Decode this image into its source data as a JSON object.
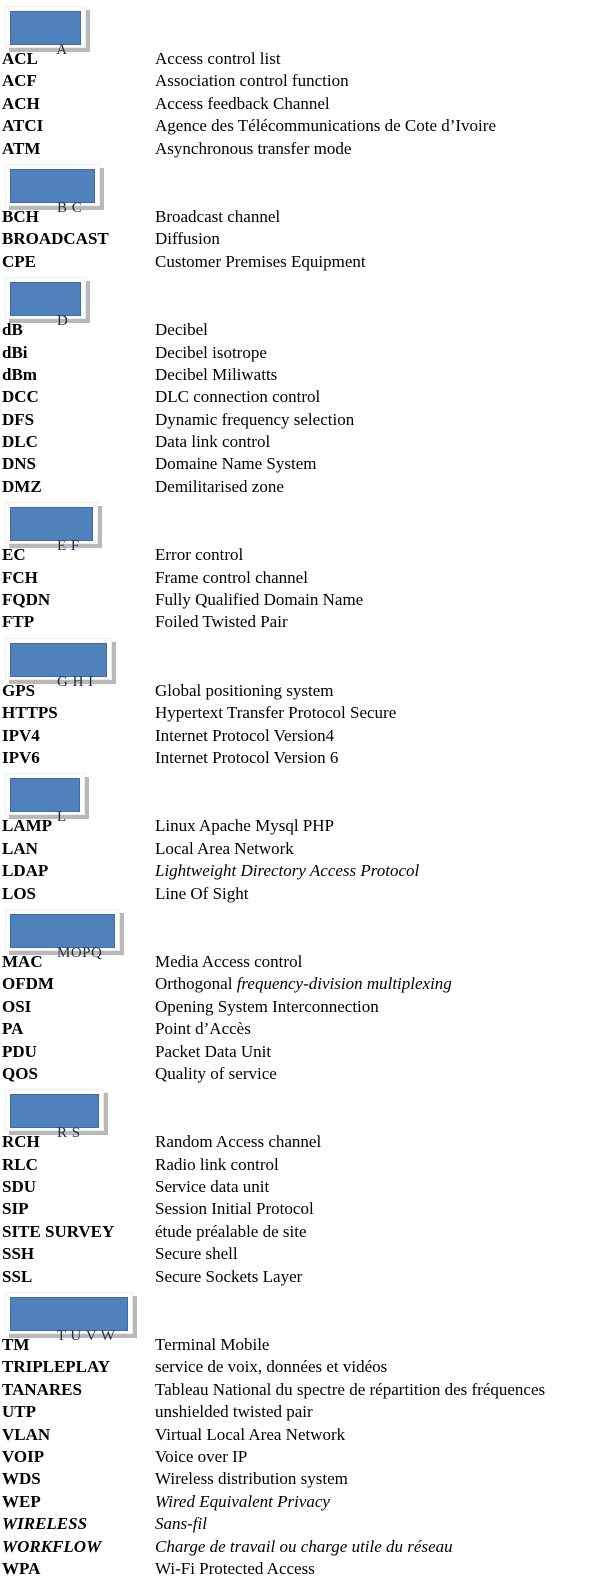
{
  "colors": {
    "box_fill": "#4f81bd",
    "box_border": "#3c6da8",
    "box_shadow": "#b9b9b9",
    "box_text": "#1c2e4a",
    "body_text": "#000000"
  },
  "sections": [
    {
      "label": "A",
      "rows": [
        {
          "term": "ACL",
          "def": [
            {
              "t": "Access control list",
              "i": false
            }
          ]
        },
        {
          "term": "ACF",
          "def": [
            {
              "t": "Association control function",
              "i": false
            }
          ]
        },
        {
          "term": "ACH",
          "def": [
            {
              "t": "Access feedback Channel",
              "i": false
            }
          ]
        },
        {
          "term": "ATCI",
          "def": [
            {
              "t": "Agence des Télécommunications de Cote d’Ivoire",
              "i": false
            }
          ]
        },
        {
          "term": "ATM",
          "def": [
            {
              "t": "Asynchronous transfer mode",
              "i": false
            }
          ]
        }
      ]
    },
    {
      "label": "B C",
      "rows": [
        {
          "term": "BCH",
          "def": [
            {
              "t": "Broadcast channel",
              "i": false
            }
          ]
        },
        {
          "term": "BROADCAST",
          "def": [
            {
              "t": "Diffusion",
              "i": false
            }
          ]
        },
        {
          "term": "CPE",
          "def": [
            {
              "t": "Customer Premises Equipment",
              "i": false
            }
          ]
        }
      ]
    },
    {
      "label": "D",
      "rows": [
        {
          "term": "dB",
          "def": [
            {
              "t": "Decibel",
              "i": false
            }
          ]
        },
        {
          "term": "dBi",
          "def": [
            {
              "t": "Decibel isotrope",
              "i": false
            }
          ]
        },
        {
          "term": "dBm",
          "def": [
            {
              "t": "Decibel Miliwatts",
              "i": false
            }
          ]
        },
        {
          "term": "DCC",
          "def": [
            {
              "t": "DLC connection control",
              "i": false
            }
          ]
        },
        {
          "term": "DFS",
          "def": [
            {
              "t": "Dynamic frequency selection",
              "i": false
            }
          ]
        },
        {
          "term": "DLC",
          "def": [
            {
              "t": "Data link control",
              "i": false
            }
          ]
        },
        {
          "term": "DNS",
          "def": [
            {
              "t": "Domaine Name System",
              "i": false
            }
          ]
        },
        {
          "term": "DMZ",
          "def": [
            {
              "t": "Demilitarised zone",
              "i": false
            }
          ]
        }
      ]
    },
    {
      "label": "E F",
      "rows": [
        {
          "term": "EC",
          "def": [
            {
              "t": "Error control",
              "i": false
            }
          ]
        },
        {
          "term": "FCH",
          "def": [
            {
              "t": "Frame control channel",
              "i": false
            }
          ]
        },
        {
          "term": "FQDN",
          "def": [
            {
              "t": "Fully Qualified Domain Name",
              "i": false
            }
          ]
        },
        {
          "term": "FTP",
          "def": [
            {
              "t": "Foiled Twisted Pair",
              "i": false
            }
          ]
        }
      ]
    },
    {
      "label": "G H I",
      "rows": [
        {
          "term": "GPS",
          "def": [
            {
              "t": "Global positioning system",
              "i": false
            }
          ]
        },
        {
          "term": "HTTPS",
          "def": [
            {
              "t": "Hypertext Transfer Protocol Secure",
              "i": false
            }
          ]
        },
        {
          "term": "IPV4",
          "def": [
            {
              "t": "Internet Protocol Version4",
              "i": false
            }
          ]
        },
        {
          "term": "IPV6",
          "def": [
            {
              "t": "Internet Protocol Version 6",
              "i": false
            }
          ]
        }
      ]
    },
    {
      "label": "L",
      "rows": [
        {
          "term": "LAMP",
          "def": [
            {
              "t": "Linux Apache Mysql PHP",
              "i": false
            }
          ]
        },
        {
          "term": "LAN",
          "def": [
            {
              "t": "Local Area Network",
              "i": false
            }
          ]
        },
        {
          "term": "LDAP",
          "def": [
            {
              "t": "Lightweight Directory Access Protocol",
              "i": true
            }
          ]
        },
        {
          "term": "LOS",
          "def": [
            {
              "t": "Line Of Sight",
              "i": false
            }
          ]
        }
      ]
    },
    {
      "label": "MOPQ",
      "rows": [
        {
          "term": "MAC",
          "def": [
            {
              "t": "Media Access control",
              "i": false
            }
          ]
        },
        {
          "term": "OFDM",
          "def": [
            {
              "t": "Orthogonal ",
              "i": false
            },
            {
              "t": "frequency-division multiplexing",
              "i": true
            }
          ]
        },
        {
          "term": "OSI",
          "def": [
            {
              "t": "Opening System Interconnection",
              "i": false
            }
          ]
        },
        {
          "term": "PA",
          "def": [
            {
              "t": "Point d’Accès",
              "i": false
            }
          ]
        },
        {
          "term": "PDU",
          "def": [
            {
              "t": "Packet Data Unit",
              "i": false
            }
          ]
        },
        {
          "term": "QOS",
          "def": [
            {
              "t": "Quality of service",
              "i": false
            }
          ]
        }
      ]
    },
    {
      "label": "R S",
      "rows": [
        {
          "term": "RCH",
          "def": [
            {
              "t": "Random Access channel",
              "i": false
            }
          ]
        },
        {
          "term": "RLC",
          "def": [
            {
              "t": "Radio link control",
              "i": false
            }
          ]
        },
        {
          "term": "SDU",
          "def": [
            {
              "t": "Service data unit",
              "i": false
            }
          ]
        },
        {
          "term": "SIP",
          "def": [
            {
              "t": "Session Initial Protocol",
              "i": false
            }
          ]
        },
        {
          "term": "SITE SURVEY",
          "def": [
            {
              "t": "étude préalable de site",
              "i": false
            }
          ]
        },
        {
          "term": "SSH",
          "def": [
            {
              "t": "Secure shell",
              "i": false
            }
          ]
        },
        {
          "term": "SSL",
          "def": [
            {
              "t": "Secure Sockets Layer",
              "i": false
            }
          ]
        }
      ]
    },
    {
      "label": "T U V W",
      "rows": [
        {
          "term": "TM",
          "def": [
            {
              "t": "Terminal Mobile",
              "i": false
            }
          ]
        },
        {
          "term": "TRIPLEPLAY",
          "def": [
            {
              "t": "service de voix, données et vidéos",
              "i": false
            }
          ]
        },
        {
          "term": "TANARES",
          "def": [
            {
              "t": "Tableau National du spectre de répartition des fréquences",
              "i": false
            }
          ]
        },
        {
          "term": "UTP",
          "def": [
            {
              "t": "unshielded twisted pair",
              "i": false
            }
          ]
        },
        {
          "term": "VLAN",
          "def": [
            {
              "t": "Virtual Local Area Network",
              "i": false
            }
          ]
        },
        {
          "term": "VOIP",
          "def": [
            {
              "t": "Voice over IP",
              "i": false
            }
          ]
        },
        {
          "term": "WDS",
          "def": [
            {
              "t": "Wireless distribution system",
              "i": false
            }
          ]
        },
        {
          "term": "WEP",
          "def": [
            {
              "t": "Wired Equivalent Privacy",
              "i": true
            }
          ]
        },
        {
          "term": "WIRELESS",
          "it": true,
          "def": [
            {
              "t": "Sans-fil",
              "i": true
            }
          ]
        },
        {
          "term": "WORKFLOW",
          "it": true,
          "def": [
            {
              "t": "Charge de travail ou charge utile du réseau",
              "i": true
            }
          ]
        },
        {
          "term": "WPA",
          "def": [
            {
              "t": "Wi-Fi Protected Access",
              "i": false
            }
          ]
        }
      ]
    }
  ]
}
